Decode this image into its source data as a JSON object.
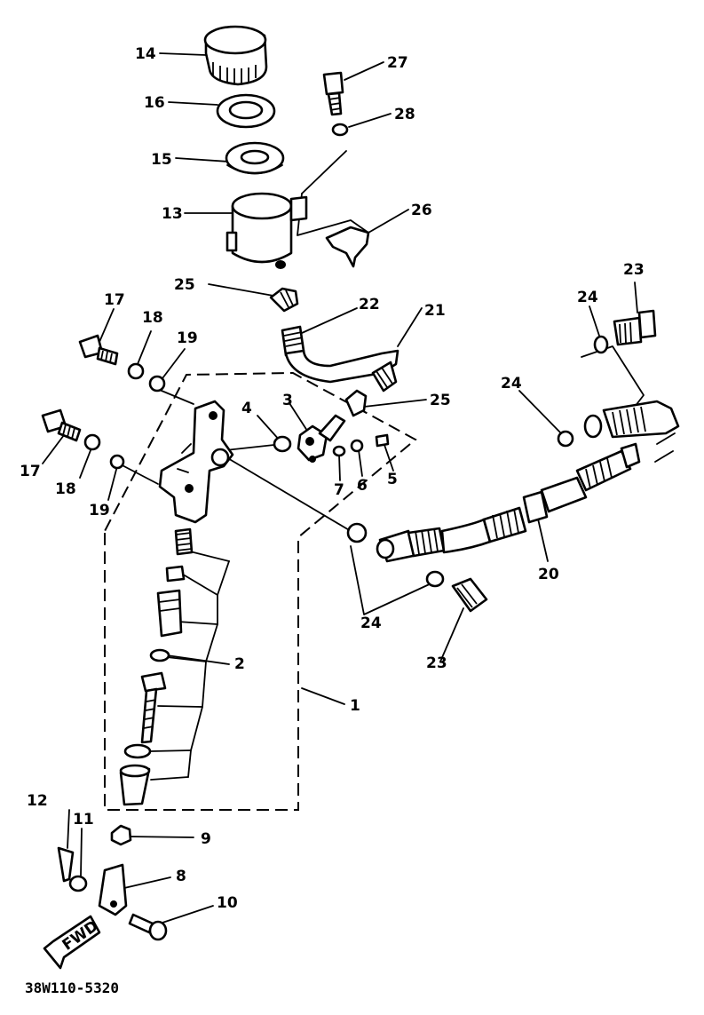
{
  "diagram": {
    "drawing_code": "38W110-5320",
    "fwd_label": "FWD",
    "labels": [
      {
        "id": "14",
        "text": "14"
      },
      {
        "id": "16",
        "text": "16"
      },
      {
        "id": "15",
        "text": "15"
      },
      {
        "id": "13",
        "text": "13"
      },
      {
        "id": "27",
        "text": "27"
      },
      {
        "id": "28",
        "text": "28"
      },
      {
        "id": "26",
        "text": "26"
      },
      {
        "id": "25a",
        "text": "25"
      },
      {
        "id": "22",
        "text": "22"
      },
      {
        "id": "21",
        "text": "21"
      },
      {
        "id": "23a",
        "text": "23"
      },
      {
        "id": "24a",
        "text": "24"
      },
      {
        "id": "17a",
        "text": "17"
      },
      {
        "id": "18a",
        "text": "18"
      },
      {
        "id": "19a",
        "text": "19"
      },
      {
        "id": "3",
        "text": "3"
      },
      {
        "id": "25b",
        "text": "25"
      },
      {
        "id": "4",
        "text": "4"
      },
      {
        "id": "24b",
        "text": "24"
      },
      {
        "id": "17b",
        "text": "17"
      },
      {
        "id": "18b",
        "text": "18"
      },
      {
        "id": "19b",
        "text": "19"
      },
      {
        "id": "7",
        "text": "7"
      },
      {
        "id": "6",
        "text": "6"
      },
      {
        "id": "5",
        "text": "5"
      },
      {
        "id": "20",
        "text": "20"
      },
      {
        "id": "24c",
        "text": "24"
      },
      {
        "id": "23b",
        "text": "23"
      },
      {
        "id": "2",
        "text": "2"
      },
      {
        "id": "1",
        "text": "1"
      },
      {
        "id": "12",
        "text": "12"
      },
      {
        "id": "11",
        "text": "11"
      },
      {
        "id": "9",
        "text": "9"
      },
      {
        "id": "8",
        "text": "8"
      },
      {
        "id": "10",
        "text": "10"
      }
    ]
  }
}
